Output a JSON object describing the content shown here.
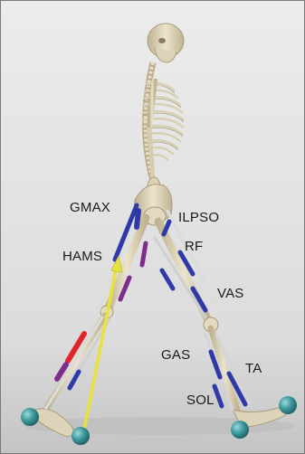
{
  "figure": {
    "colors": {
      "background_top": "#e9e9e9",
      "background_bottom": "#c9c9c9",
      "bone": "#e6dec6",
      "bone_shade": "#b9ad8d",
      "muscle_line": "#d8d8d8",
      "muscle_blue": "#2f3aa8",
      "muscle_purple": "#7d2d8c",
      "muscle_red": "#e0262b",
      "force_vector": "#e8e33a",
      "contact_sphere": "#3d9a9e"
    },
    "labels": {
      "gmax": "GMAX",
      "ilpso": "ILPSO",
      "hams": "HAMS",
      "rf": "RF",
      "vas": "VAS",
      "gas": "GAS",
      "ta": "TA",
      "sol": "SOL"
    }
  }
}
